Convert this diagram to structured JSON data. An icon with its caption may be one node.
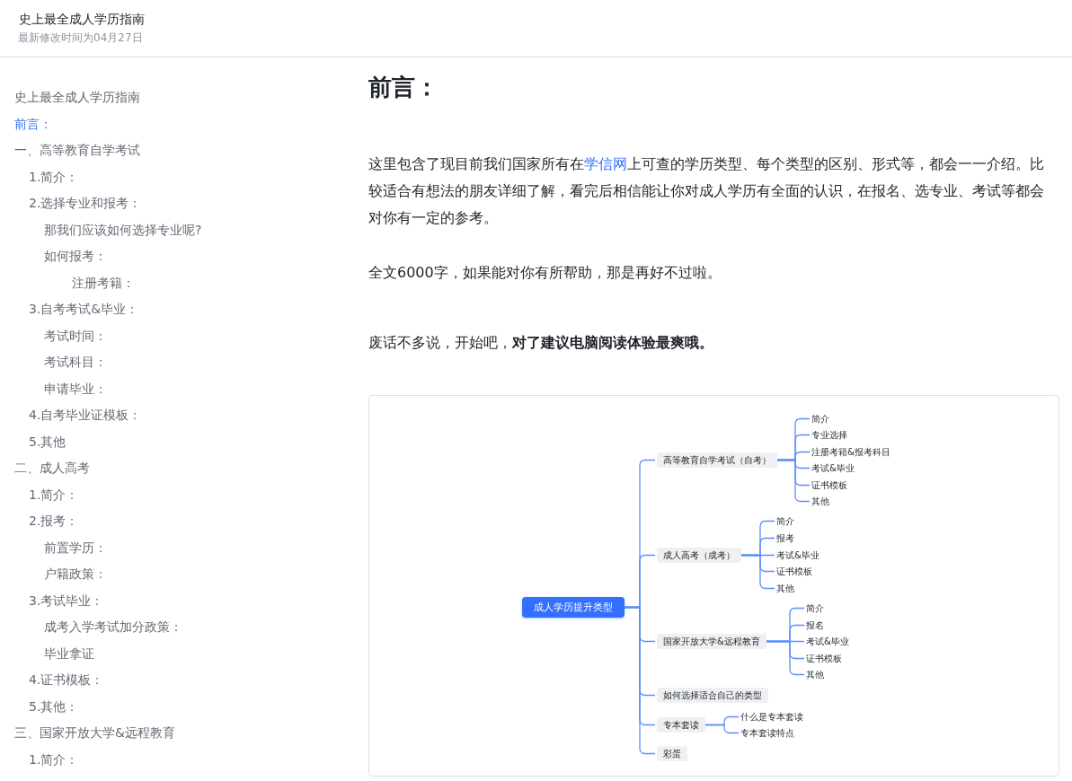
{
  "diagram": {
    "nodes": [
      {
        "text": [
          "成人学历提升类型"
        ]
      },
      {
        "text": [
          "高等教育自学考试（自考）"
        ]
      },
      {
        "text": [
          "简介"
        ]
      },
      {
        "text": [
          "专业选择"
        ]
      },
      {
        "text": [
          "注册考籍&报考科目"
        ]
      },
      {
        "text": [
          "考试&毕业"
        ]
      },
      {
        "text": [
          "证书模板"
        ]
      },
      {
        "text": [
          "其他"
        ]
      },
      {
        "text": [
          "成人高考（成考）"
        ]
      },
      {
        "text": [
          "简介"
        ]
      },
      {
        "text": [
          "报考"
        ]
      },
      {
        "text": [
          "考试&毕业"
        ]
      },
      {
        "text": [
          "证书模板"
        ]
      },
      {
        "text": [
          "其他"
        ]
      },
      {
        "text": [
          "国家开放大学&远程教育"
        ]
      },
      {
        "text": [
          "简介"
        ]
      },
      {
        "text": [
          "报名"
        ]
      },
      {
        "text": [
          "考试&毕业"
        ]
      },
      {
        "text": [
          "证书模板"
        ]
      },
      {
        "text": [
          "其他"
        ]
      },
      {
        "text": [
          "如何选择适合自己的类型"
        ]
      },
      {
        "text": [
          "专本套读"
        ]
      },
      {
        "text": [
          "什么是专本套读"
        ]
      },
      {
        "text": [
          "专本套读特点"
        ]
      },
      {
        "text": [
          "彩蛋"
        ]
      }
    ],
    "edges": [
      {
        "from": 0,
        "to": 1,
        "arrow": "none"
      },
      {
        "from": 0,
        "to": 8,
        "arrow": "none"
      },
      {
        "from": 0,
        "to": 14,
        "arrow": "none"
      },
      {
        "from": 0,
        "to": 20,
        "arrow": "none"
      },
      {
        "from": 0,
        "to": 21,
        "arrow": "none"
      },
      {
        "from": 0,
        "to": 24,
        "arrow": "none"
      },
      {
        "from": 1,
        "to": 2,
        "arrow": "none"
      },
      {
        "from": 1,
        "to": 3,
        "arrow": "none"
      },
      {
        "from": 1,
        "to": 4,
        "arrow": "none"
      },
      {
        "from": 1,
        "to": 5,
        "arrow": "none"
      },
      {
        "from": 1,
        "to": 6,
        "arrow": "none"
      },
      {
        "from": 1,
        "to": 7,
        "arrow": "none"
      },
      {
        "from": 8,
        "to": 9,
        "arrow": "none"
      },
      {
        "from": 8,
        "to": 10,
        "arrow": "none"
      },
      {
        "from": 8,
        "to": 11,
        "arrow": "none"
      },
      {
        "from": 8,
        "to": 12,
        "arrow": "none"
      },
      {
        "from": 8,
        "to": 13,
        "arrow": "none"
      },
      {
        "from": 14,
        "to": 15,
        "arrow": "none"
      },
      {
        "from": 14,
        "to": 16,
        "arrow": "none"
      },
      {
        "from": 14,
        "to": 17,
        "arrow": "none"
      },
      {
        "from": 14,
        "to": 18,
        "arrow": "none"
      },
      {
        "from": 14,
        "to": 19,
        "arrow": "none"
      },
      {
        "from": 21,
        "to": 22,
        "arrow": "none"
      },
      {
        "from": 21,
        "to": 23,
        "arrow": "none"
      }
    ],
    "labels": [
      "史上最全成人学历指南",
      "最新修改时间为04月27日",
      "史上最全成人学历指南",
      "前言：",
      "一、高等教育自学考试",
      "1.简介：",
      "2.选择专业和报考：",
      "那我们应该如何选择专业呢?",
      "如何报考：",
      "注册考籍：",
      "3.自考考试&毕业：",
      "考试时间：",
      "考试科目：",
      "申请毕业：",
      "4.自考毕业证模板：",
      "5.其他",
      "二、成人高考",
      "1.简介：",
      "2.报考：",
      "前置学历：",
      "户籍政策：",
      "3.考试毕业：",
      "成考入学考试加分政策：",
      "毕业拿证",
      "4.证书模板：",
      "5.其他：",
      "三、国家开放大学&远程教育",
      "1.简介：",
      "前言：",
      "这里包含了现目前我们国家所有在",
      "学信网",
      "上可查的学历类型、每个类型的区别、形式等，都会一一介绍。比较适合有想法的朋友详细了解，看完后相信能让你对成人学历有全面的认识，在报名、选专业、考试等都会对你有一定的参考。",
      "全文6000字，如果能对你有所帮助，那是再好不过啦。",
      "废话不多说，开始吧，**对了建议电脑阅读体验最爽哦。**"
    ]
  }
}
